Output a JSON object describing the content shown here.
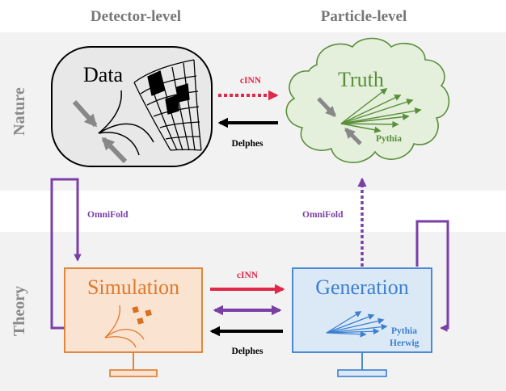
{
  "headers": {
    "detector_level": "Detector-level",
    "particle_level": "Particle-level"
  },
  "rows": {
    "nature": "Nature",
    "theory": "Theory"
  },
  "boxes": {
    "data": "Data",
    "truth": "Truth",
    "simulation": "Simulation",
    "generation": "Generation"
  },
  "generators": {
    "truth_generator": "Pythia",
    "generation_generator_1": "Pythia",
    "generation_generator_2": "Herwig"
  },
  "arrows": {
    "cinn_top": "cINN",
    "delphes_top": "Delphes",
    "omnifold_left": "OmniFold",
    "omnifold_right": "OmniFold",
    "cinn_bottom": "cINN",
    "delphes_bottom": "Delphes"
  },
  "colors": {
    "band": "#f2f2f2",
    "header_text": "#777777",
    "cinn_red": "#e0284a",
    "omnifold_purple": "#7a3fa6",
    "delphes_black": "#000000",
    "truth_green": "#5a8f3a",
    "truth_fill": "#e4f0dc",
    "simulation_orange": "#e07a2a",
    "simulation_fill": "#fbe3d2",
    "generation_blue": "#3b7fd0",
    "generation_fill": "#dbe9f7",
    "data_fill": "#e8e8e8"
  }
}
